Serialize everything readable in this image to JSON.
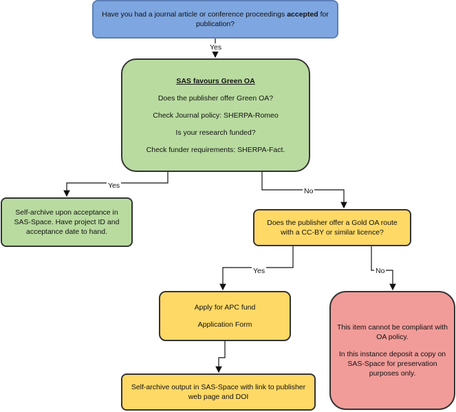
{
  "nodes": {
    "start": {
      "line1_pre": "Have you had a journal article or conference proceedings ",
      "line1_bold": "accepted",
      "line1_post": " for",
      "line2": "publication?"
    },
    "green_oa": {
      "title": "SAS favours Green OA",
      "q1": "Does the publisher offer Green OA?",
      "q2": "Check Journal policy: SHERPA-Romeo",
      "q3": "Is your research funded?",
      "q4": "Check funder requirements: SHERPA-Fact."
    },
    "self_archive": {
      "line1": "Self-archive upon acceptance in",
      "line2": "SAS-Space. Have project ID and",
      "line3": "acceptance date to hand."
    },
    "gold_oa": {
      "line1": "Does the publisher offer a Gold OA route",
      "line2": "with a CC-BY or similar licence?"
    },
    "apc": {
      "line1": "Apply for APC fund",
      "line2": "Application Form"
    },
    "not_compliant": {
      "line1": "This item cannot be compliant with",
      "line2": "OA policy.",
      "line3": "In this instance deposit a copy on",
      "line4": "SAS-Space for preservation",
      "line5": "purposes only."
    },
    "self_archive_output": {
      "line1": "Self-archive output in SAS-Space with link to publisher",
      "line2": "web page and DOI"
    }
  },
  "edges": {
    "start_to_green": "Yes",
    "green_yes": "Yes",
    "green_no": "No",
    "gold_yes": "Yes",
    "gold_no": "No"
  },
  "colors": {
    "blue": "#7ea6e0",
    "green": "#b9dba0",
    "yellow": "#ffd966",
    "red": "#f19c99"
  }
}
